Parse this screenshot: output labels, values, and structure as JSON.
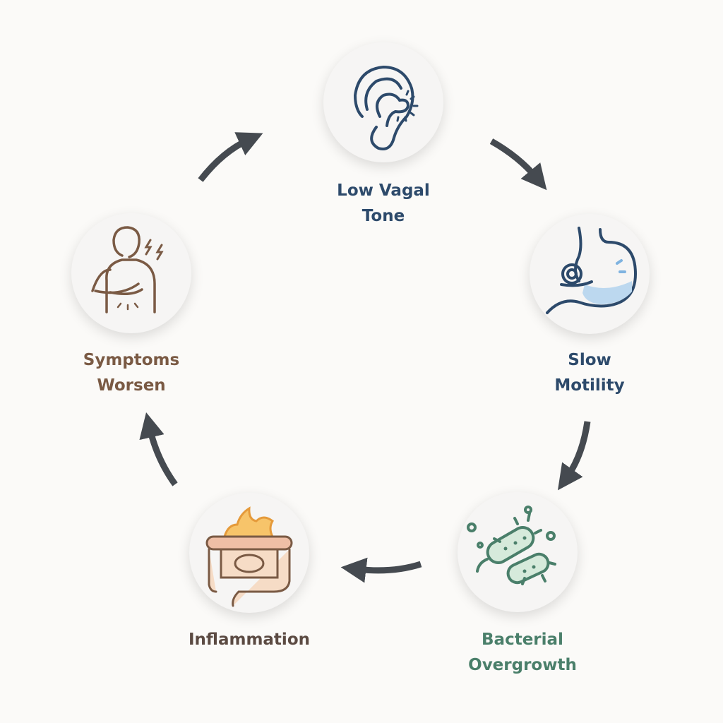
{
  "title": "Vagal tone gut cycle",
  "colors": {
    "navy": "#2d4a6b",
    "green": "#4a7f6a",
    "brown": "#5b4a42",
    "tan": "#7a5a44",
    "arrow": "#454a50"
  },
  "steps": [
    {
      "line1": "Low Vagal",
      "line2": "Tone",
      "icon": "ear-icon"
    },
    {
      "line1": "Slow",
      "line2": "Motility",
      "icon": "stomach-snail-icon"
    },
    {
      "line1": "Bacterial",
      "line2": "Overgrowth",
      "icon": "bacteria-icon"
    },
    {
      "line1": "Inflammation",
      "icon": "inflamed-intestine-icon"
    },
    {
      "line1": "Symptoms",
      "line2": "Worsen",
      "icon": "person-pain-icon"
    }
  ]
}
